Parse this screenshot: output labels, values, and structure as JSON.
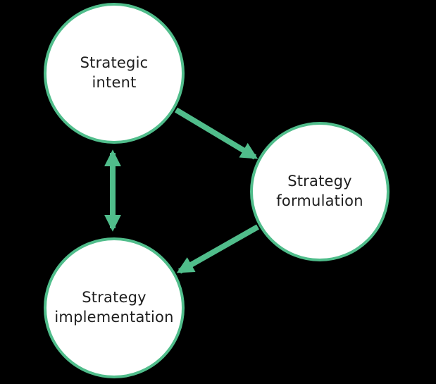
{
  "diagram": {
    "nodes": [
      {
        "id": "strategic-intent",
        "label": "Strategic\nintent"
      },
      {
        "id": "strategy-formulation",
        "label": "Strategy\nformulation"
      },
      {
        "id": "strategy-implementation",
        "label": "Strategy\nimplementation"
      }
    ],
    "edges": [
      {
        "from": "strategic-intent",
        "to": "strategy-formulation",
        "direction": "one-way"
      },
      {
        "from": "strategy-formulation",
        "to": "strategy-implementation",
        "direction": "one-way"
      },
      {
        "from": "strategic-intent",
        "to": "strategy-implementation",
        "direction": "two-way"
      }
    ]
  },
  "colors": {
    "accent_green": "#50bd8b",
    "node_fill": "#ffffff",
    "text": "#1e1e1e",
    "background": "#000000"
  }
}
